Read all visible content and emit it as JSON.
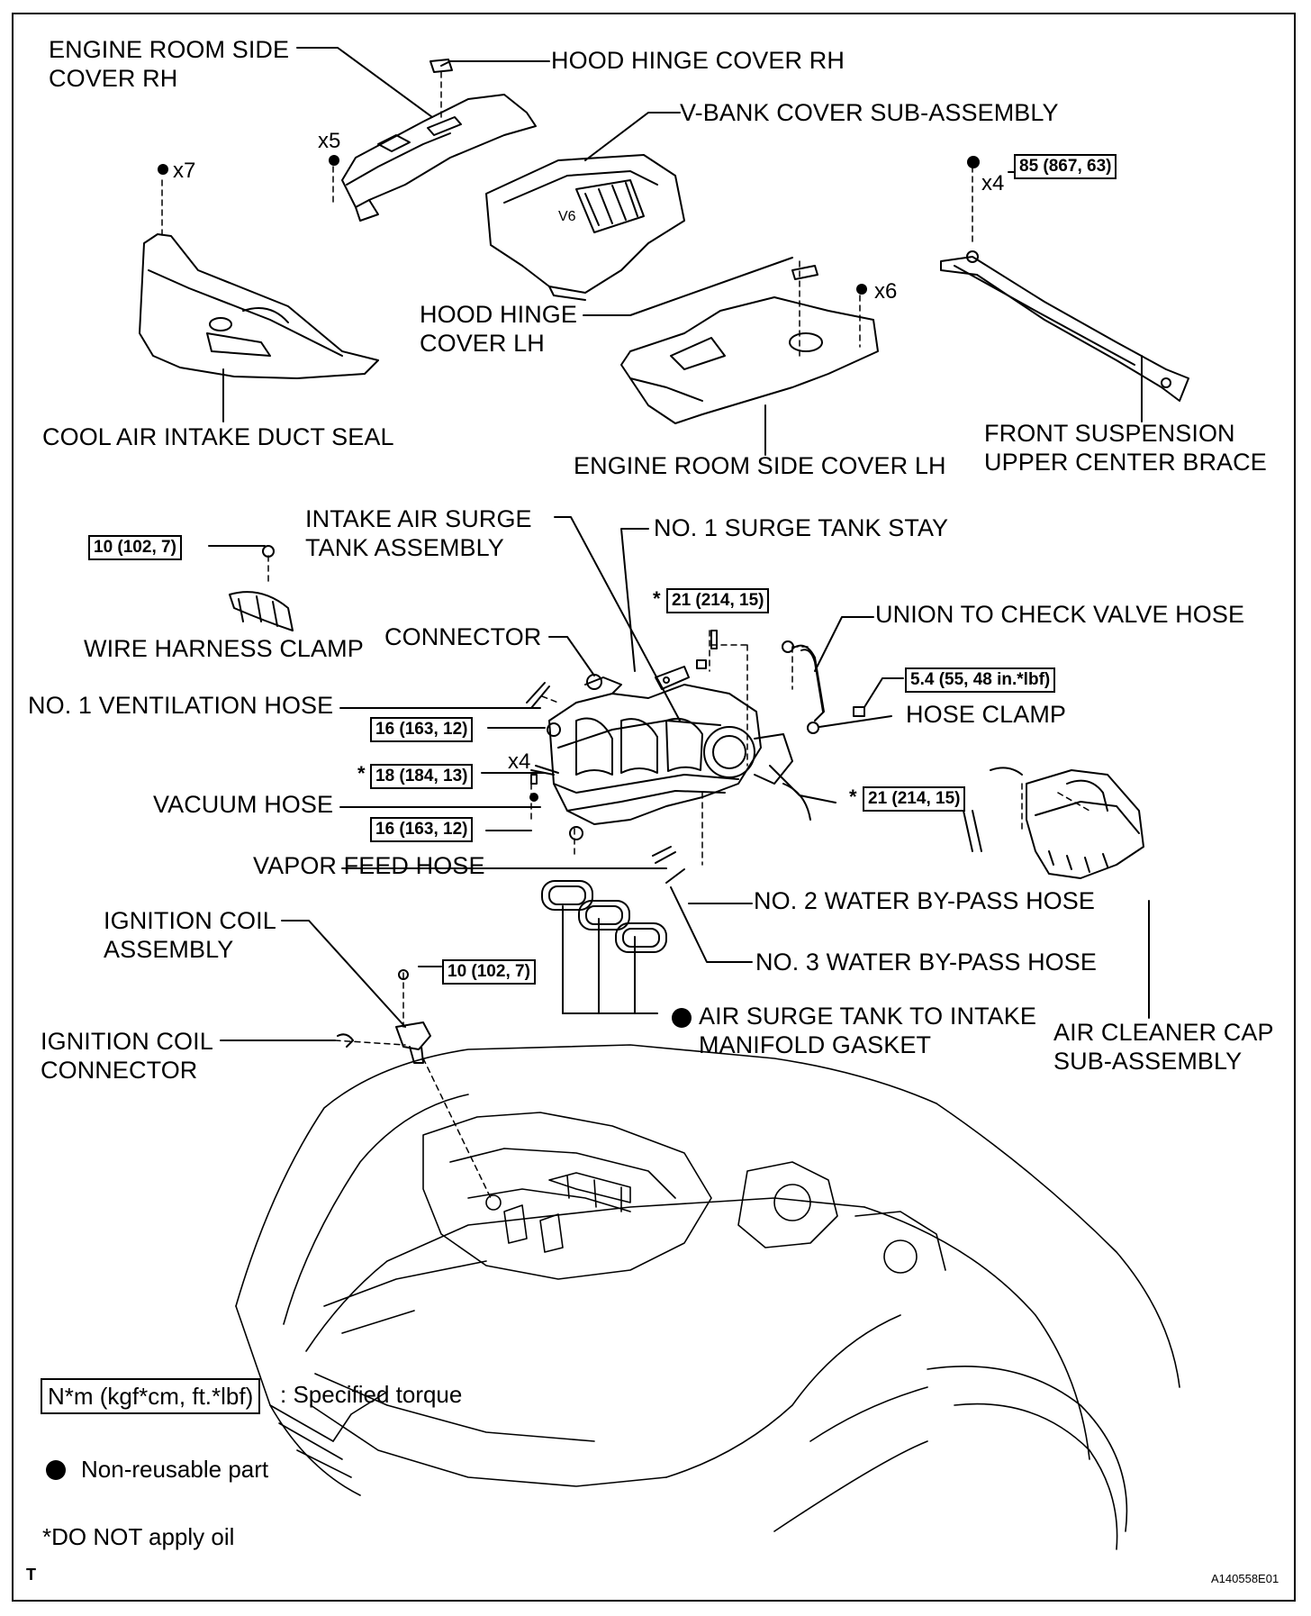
{
  "labels": {
    "engine_room_side_cover_rh": [
      "ENGINE ROOM SIDE",
      "COVER RH"
    ],
    "hood_hinge_cover_rh": "HOOD HINGE COVER RH",
    "v_bank_cover": "V-BANK COVER SUB-ASSEMBLY",
    "hood_hinge_cover_lh": [
      "HOOD HINGE",
      "COVER LH"
    ],
    "cool_air_intake_duct_seal": "COOL AIR INTAKE DUCT SEAL",
    "engine_room_side_cover_lh": "ENGINE ROOM SIDE COVER LH",
    "front_suspension_brace": [
      "FRONT SUSPENSION",
      "UPPER CENTER BRACE"
    ],
    "intake_air_surge_tank": [
      "INTAKE AIR SURGE",
      "TANK ASSEMBLY"
    ],
    "no1_surge_tank_stay": "NO. 1 SURGE TANK STAY",
    "wire_harness_clamp": "WIRE HARNESS CLAMP",
    "connector": "CONNECTOR",
    "union_to_check_valve_hose": "UNION TO CHECK VALVE HOSE",
    "no1_ventilation_hose": "NO. 1 VENTILATION HOSE",
    "hose_clamp": "HOSE CLAMP",
    "vacuum_hose": "VACUUM HOSE",
    "vapor_feed_hose": "VAPOR FEED HOSE",
    "no2_water_bypass_hose": "NO. 2 WATER BY-PASS HOSE",
    "no3_water_bypass_hose": "NO. 3 WATER BY-PASS HOSE",
    "ignition_coil_assembly": [
      "IGNITION COIL",
      "ASSEMBLY"
    ],
    "air_surge_tank_gasket": [
      "AIR SURGE TANK TO INTAKE",
      "MANIFOLD GASKET"
    ],
    "air_cleaner_cap": [
      "AIR CLEANER CAP",
      "SUB-ASSEMBLY"
    ],
    "ignition_coil_connector": [
      "IGNITION COIL",
      "CONNECTOR"
    ]
  },
  "torques": {
    "brace": "85 (867, 63)",
    "wire_clamp": "10 (102, 7)",
    "stay_bolt": "21 (214, 15)",
    "hose_clamp": "5.4 (55, 48 in.*lbf)",
    "nut_upper": "16 (163, 12)",
    "bolt_x4": "18 (184, 13)",
    "throttle_bolt": "21 (214, 15)",
    "nut_lower": "16 (163, 12)",
    "coil_bolt": "10 (102, 7)"
  },
  "quantities": {
    "x7": "x7",
    "x5": "x5",
    "x6": "x6",
    "x4_brace": "x4",
    "x4_bolt": "x4"
  },
  "asterisk": "*",
  "legend": {
    "torque_box": "N*m (kgf*cm, ft.*lbf)",
    "torque_text": ": Specified torque",
    "nonreusable": "Non-reusable part",
    "no_oil": "*DO NOT apply oil"
  },
  "corner_mark": "T",
  "figure_code": "A140558E01"
}
